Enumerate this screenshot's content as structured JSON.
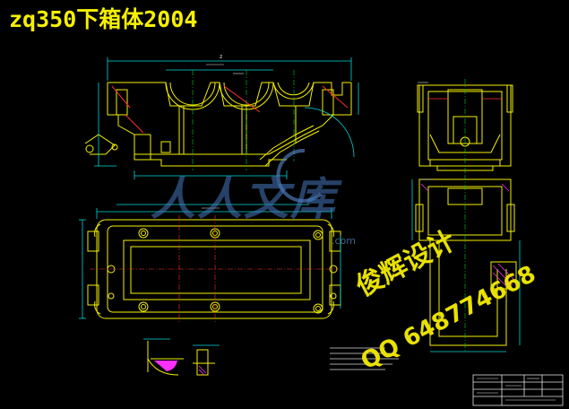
{
  "drawing": {
    "title": "zq350下箱体2004",
    "watermark_site": "人人文库",
    "watermark_domain": ".com",
    "watermark_design": "俊辉设计",
    "watermark_qq": "QQ 648774668"
  },
  "colors": {
    "background": "#000000",
    "outline": "#f5f000",
    "dimension": "#00d8d8",
    "section": "#ff3030",
    "hatch": "#ff30ff",
    "center": "#00d020",
    "text": "#ffffff"
  },
  "icons": [
    "chart-logo-watermark"
  ]
}
